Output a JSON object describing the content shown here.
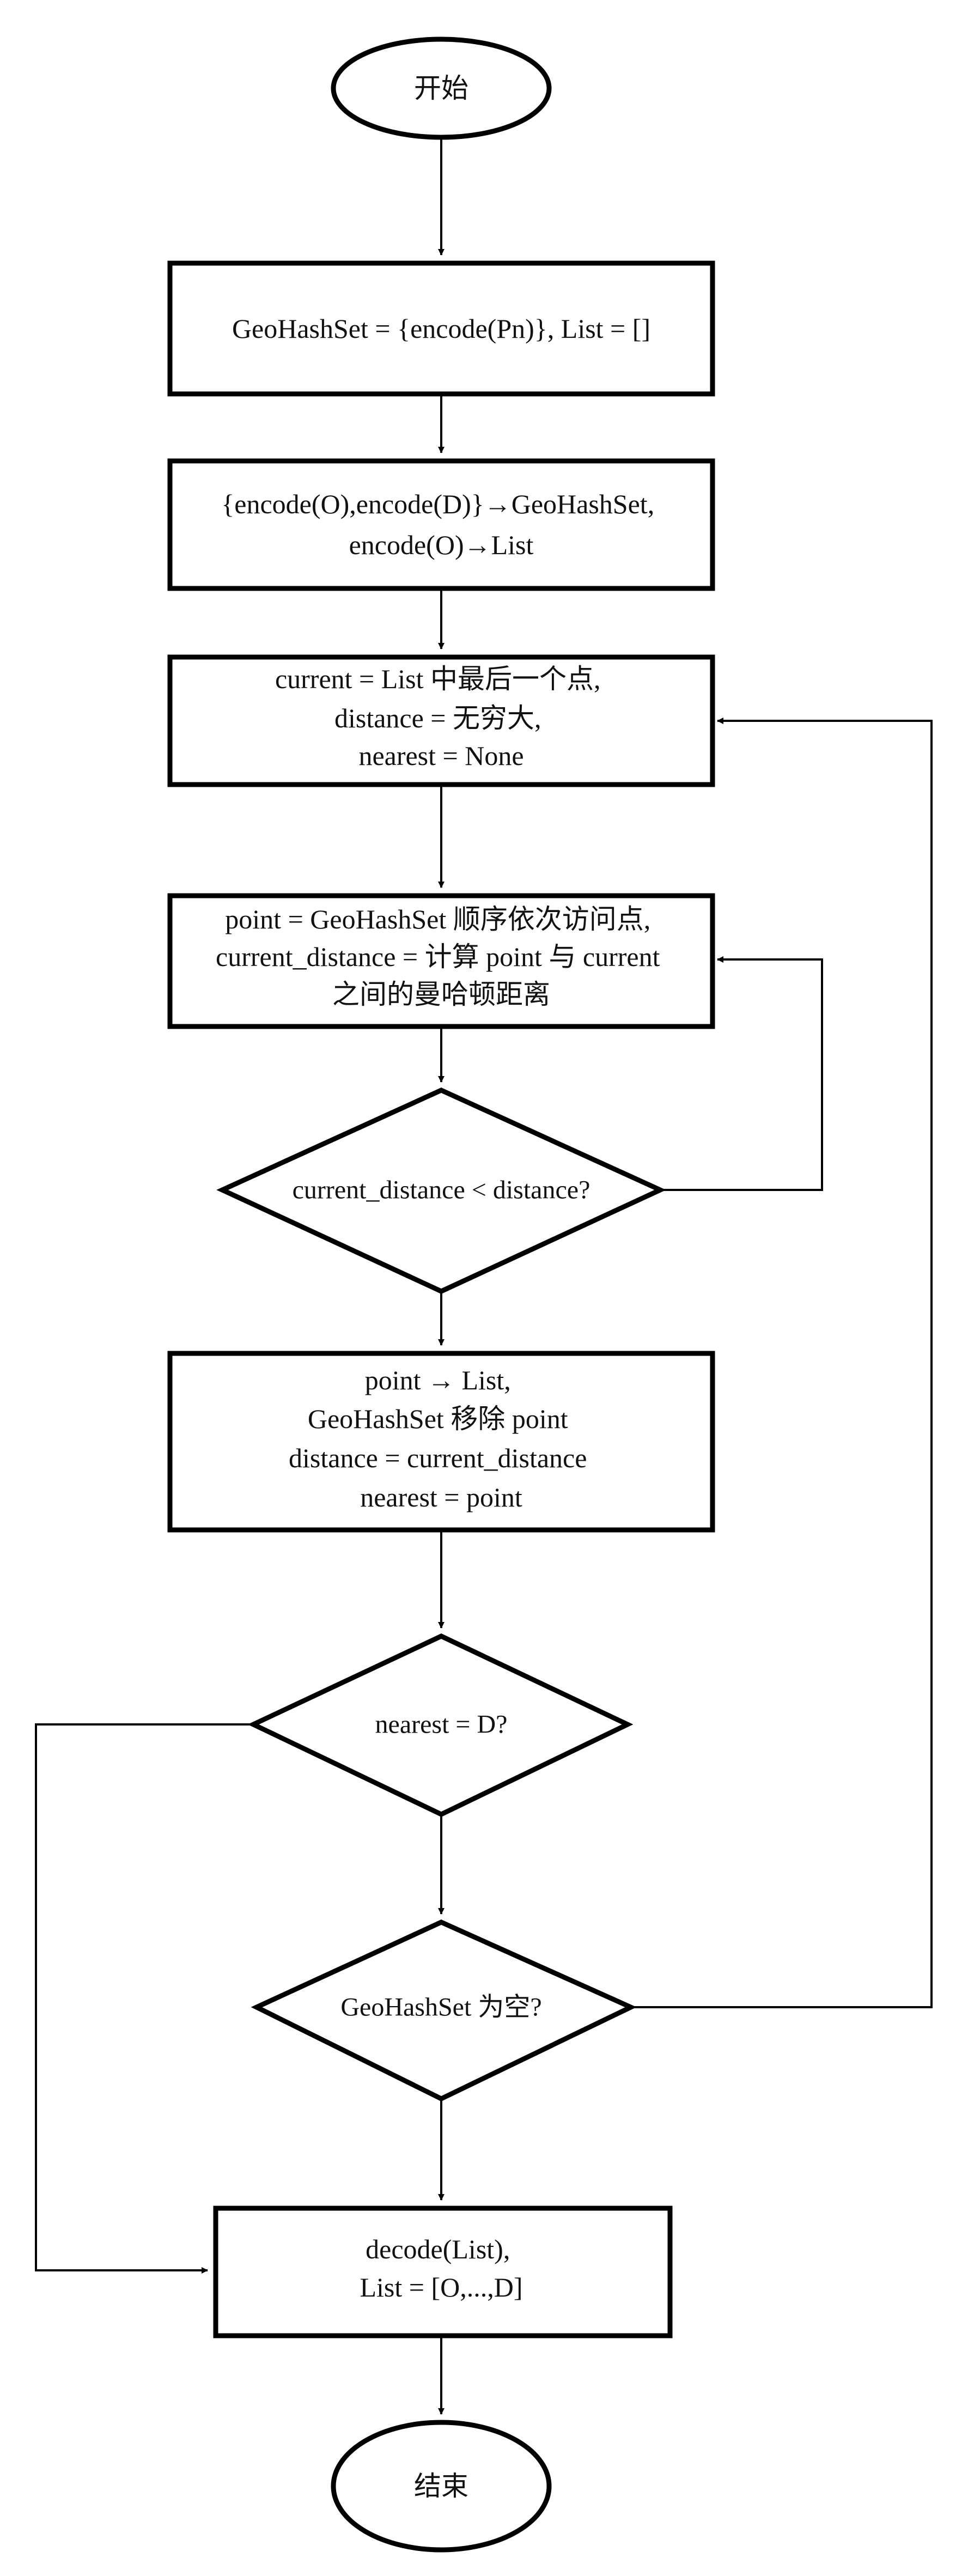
{
  "flowchart": {
    "start": "开始",
    "step_init": "GeoHashSet = {encode(Pn)}, List = []",
    "step_add_od": [
      "{encode(O),encode(D)}→GeoHashSet,",
      "encode(O)→List"
    ],
    "step_current": [
      "current = List 中最后一个点,",
      "distance = 无穷大,",
      "nearest = None"
    ],
    "step_iterate": [
      "point = GeoHashSet 顺序依次访问点,",
      "current_distance = 计算  point 与  current",
      "之间的曼哈顿距离"
    ],
    "decision_distance": "current_distance < distance?",
    "step_update": [
      "point → List,",
      "GeoHashSet 移除 point",
      "distance = current_distance",
      "nearest = point"
    ],
    "decision_nearest": "nearest = D?",
    "decision_empty": "GeoHashSet 为空?",
    "step_decode": [
      "decode(List),",
      "List = [O,...,D]"
    ],
    "end": "结束"
  }
}
